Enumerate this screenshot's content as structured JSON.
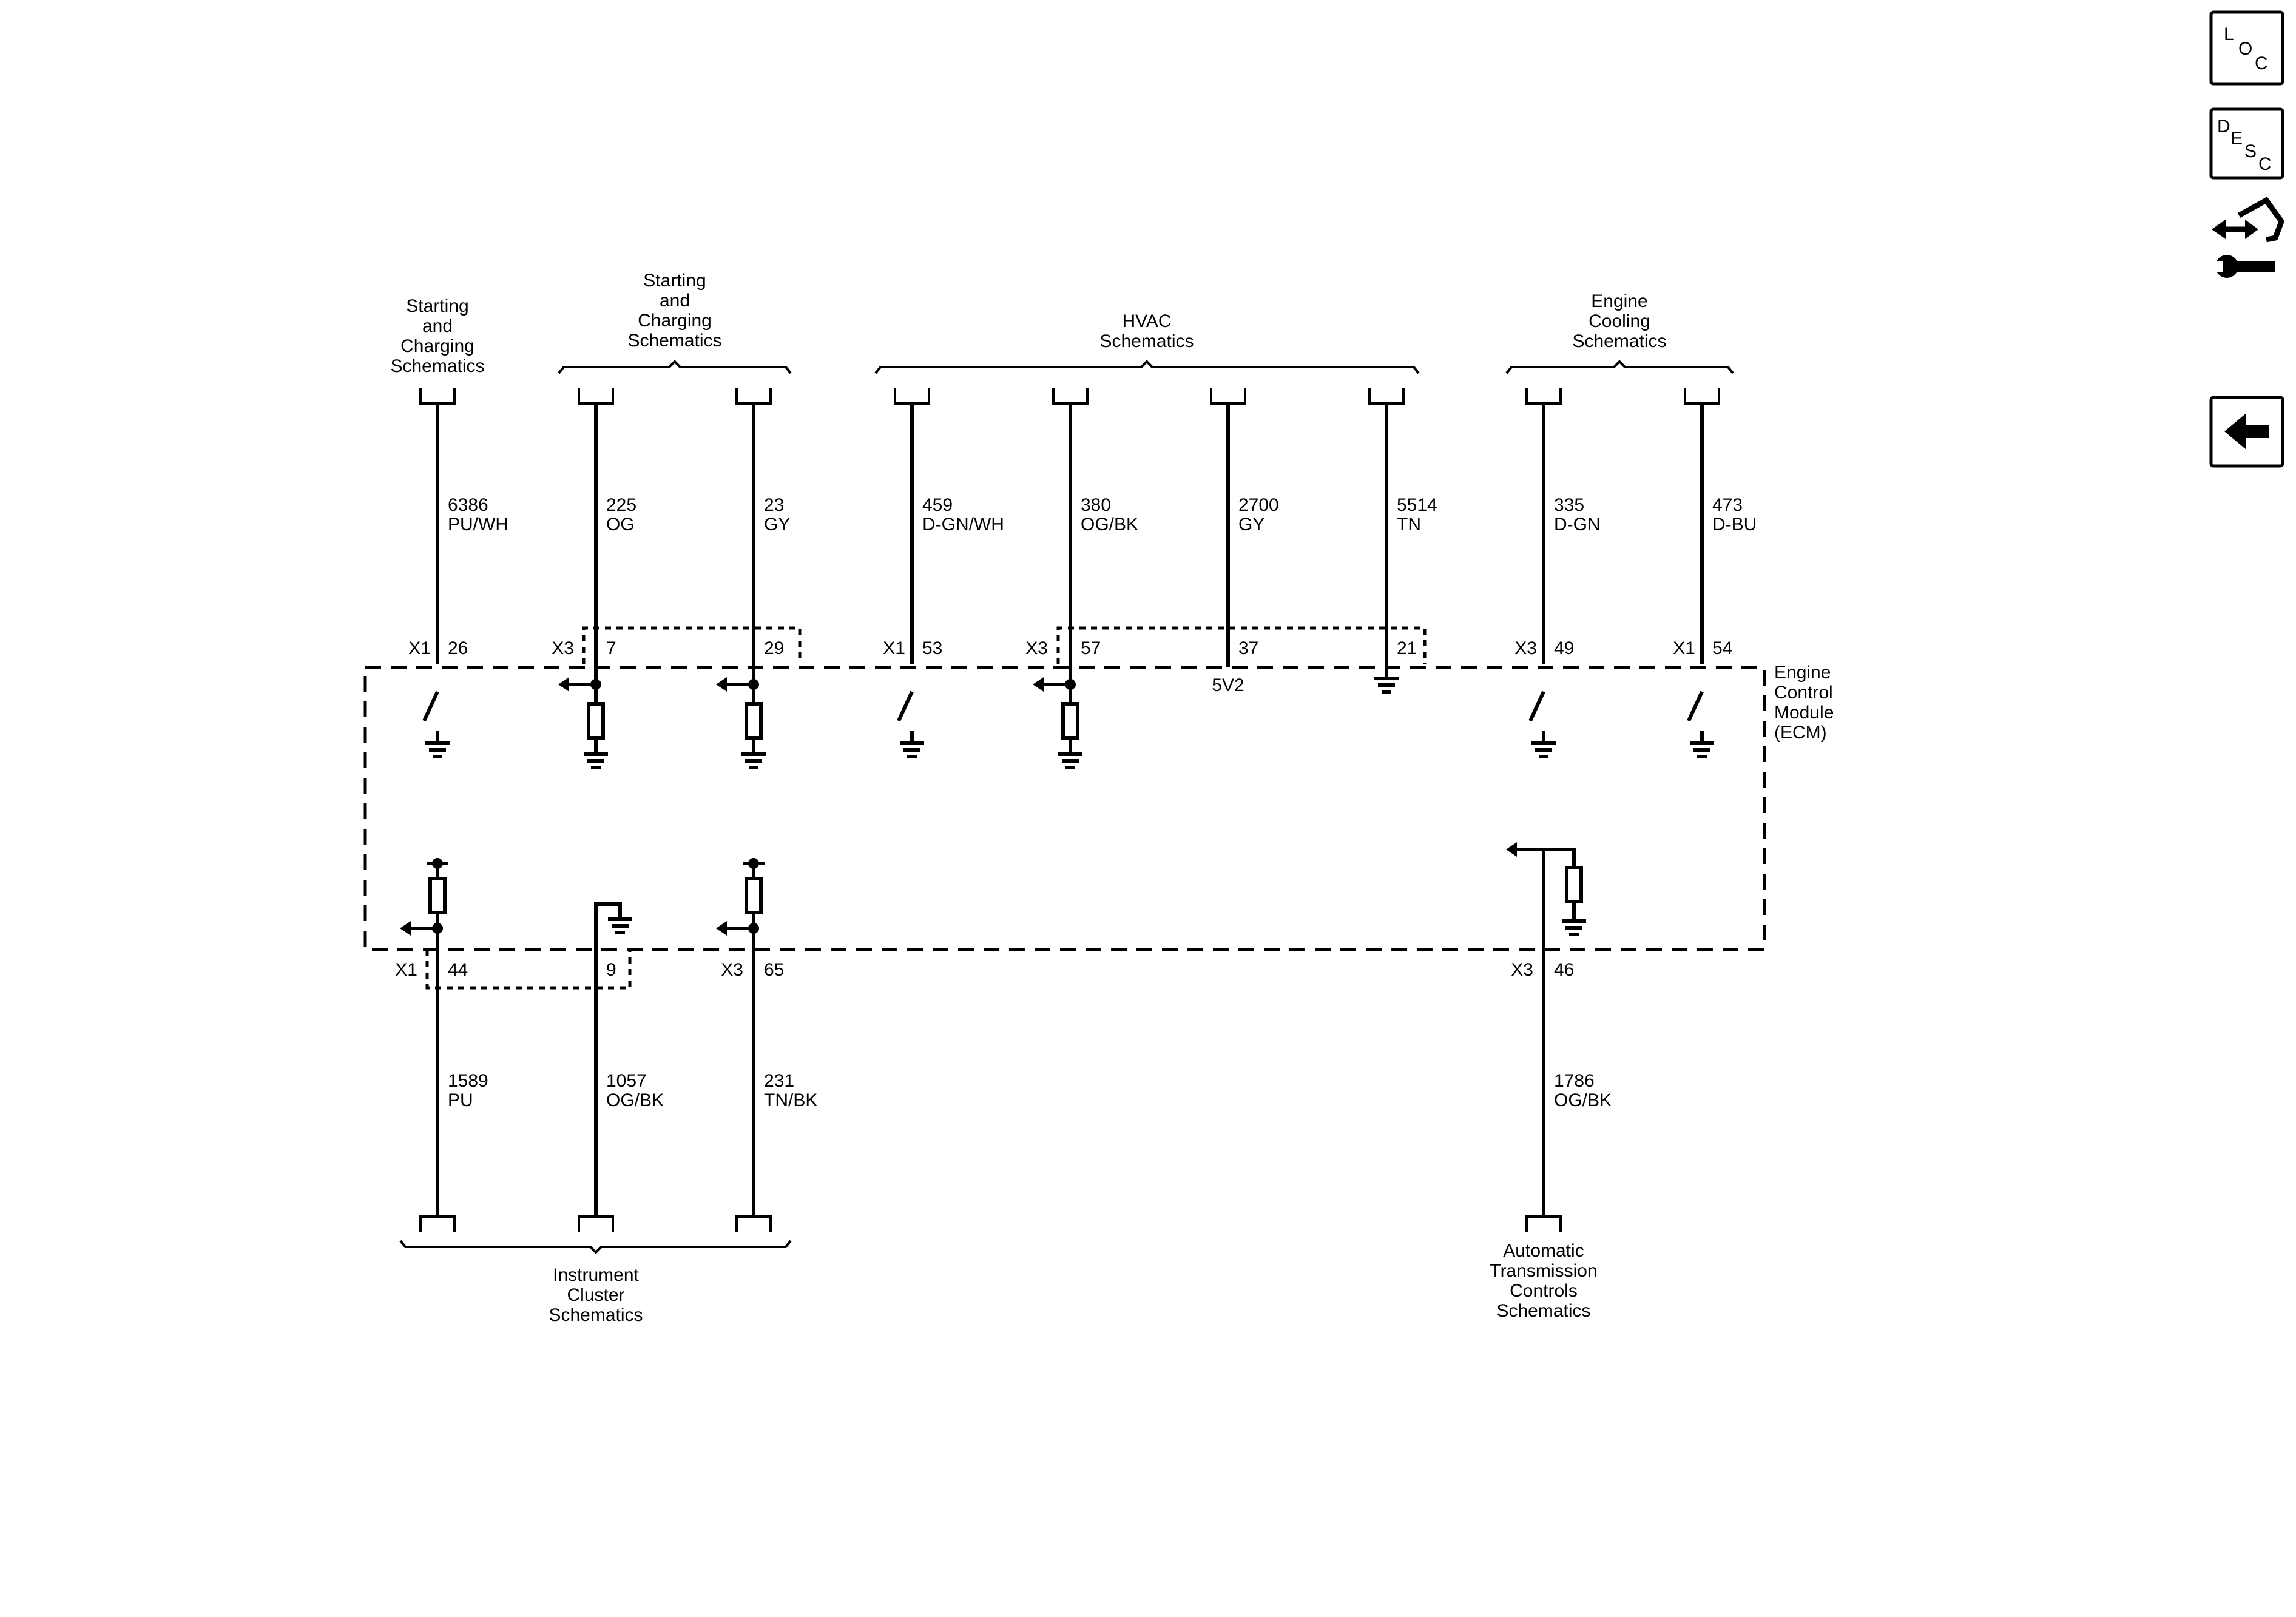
{
  "sources_top": [
    {
      "id": "start1",
      "lines": [
        "Starting",
        "and",
        "Charging",
        "Schematics"
      ]
    },
    {
      "id": "start2",
      "lines": [
        "Starting",
        "and",
        "Charging",
        "Schematics"
      ]
    },
    {
      "id": "hvac",
      "lines": [
        "HVAC",
        "Schematics"
      ]
    },
    {
      "id": "cooling",
      "lines": [
        "Engine",
        "Cooling",
        "Schematics"
      ]
    }
  ],
  "sources_bottom": [
    {
      "id": "cluster",
      "lines": [
        "Instrument",
        "Cluster",
        "Schematics"
      ]
    },
    {
      "id": "trans",
      "lines": [
        "Automatic",
        "Transmission",
        "Controls",
        "Schematics"
      ]
    }
  ],
  "module": {
    "lines": [
      "Engine",
      "Control",
      "Module",
      "(ECM)"
    ]
  },
  "reference_5v": "5V2",
  "top_circuits": [
    {
      "circuit": "6386",
      "color": "PU/WH",
      "connector": "X1",
      "pin": "26",
      "symbol": "switch"
    },
    {
      "circuit": "225",
      "color": "OG",
      "connector": "X3",
      "pin": "7",
      "symbol": "pulldown"
    },
    {
      "circuit": "23",
      "color": "GY",
      "connector": "",
      "pin": "29",
      "symbol": "pulldown"
    },
    {
      "circuit": "459",
      "color": "D-GN/WH",
      "connector": "X1",
      "pin": "53",
      "symbol": "switch"
    },
    {
      "circuit": "380",
      "color": "OG/BK",
      "connector": "X3",
      "pin": "57",
      "symbol": "pulldown"
    },
    {
      "circuit": "2700",
      "color": "GY",
      "connector": "",
      "pin": "37",
      "symbol": "ref5v"
    },
    {
      "circuit": "5514",
      "color": "TN",
      "connector": "",
      "pin": "21",
      "symbol": "ground"
    },
    {
      "circuit": "335",
      "color": "D-GN",
      "connector": "X3",
      "pin": "49",
      "symbol": "switch"
    },
    {
      "circuit": "473",
      "color": "D-BU",
      "connector": "X1",
      "pin": "54",
      "symbol": "switch"
    }
  ],
  "bottom_circuits": [
    {
      "circuit": "1589",
      "color": "PU",
      "connector": "X1",
      "pin": "44",
      "symbol": "pullup"
    },
    {
      "circuit": "1057",
      "color": "OG/BK",
      "connector": "",
      "pin": "9",
      "symbol": "ground"
    },
    {
      "circuit": "231",
      "color": "TN/BK",
      "connector": "X3",
      "pin": "65",
      "symbol": "pullup"
    },
    {
      "circuit": "1786",
      "color": "OG/BK",
      "connector": "X3",
      "pin": "46",
      "symbol": "pulldown"
    }
  ],
  "nav_buttons": [
    {
      "id": "loc",
      "letters": [
        "L",
        "O",
        "C"
      ]
    },
    {
      "id": "desc",
      "letters": [
        "D",
        "E",
        "S",
        "C"
      ]
    },
    {
      "id": "connector",
      "icon": "connector-wrench-icon"
    },
    {
      "id": "back",
      "icon": "back-arrow-icon"
    }
  ]
}
